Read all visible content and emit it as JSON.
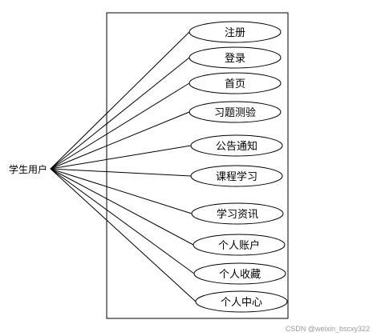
{
  "actor": {
    "label": "学生用户"
  },
  "use_cases": [
    {
      "label": "注册"
    },
    {
      "label": "登录"
    },
    {
      "label": "首页"
    },
    {
      "label": "习题测验"
    },
    {
      "label": "公告通知"
    },
    {
      "label": "课程学习"
    },
    {
      "label": "学习资讯"
    },
    {
      "label": "个人账户"
    },
    {
      "label": "个人收藏"
    },
    {
      "label": "个人中心"
    }
  ],
  "watermark": "CSDN @weixin_bscxy322"
}
